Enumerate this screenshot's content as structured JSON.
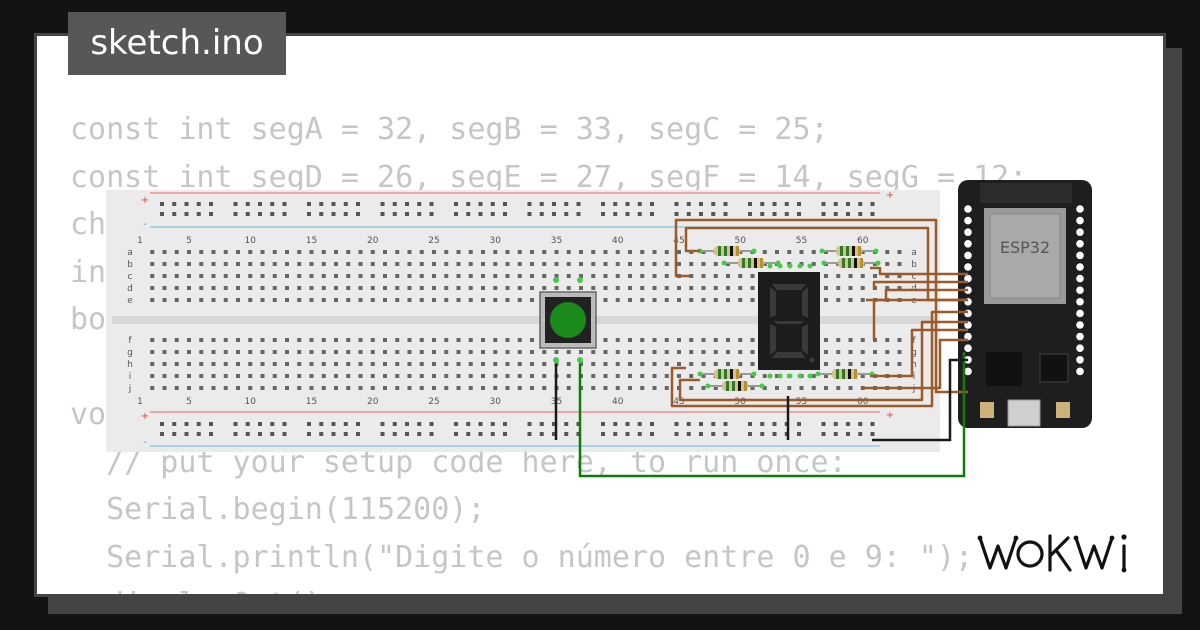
{
  "filename": "sketch.ino",
  "code_lines": [
    "const int segA = 32, segB = 33, segC = 25;",
    "const int segD = 26, segE = 27, segF = 14, segG = 12;",
    "ch",
    "in",
    "bo",
    "",
    "vo",
    "  // put your setup code here, to run once:",
    "  Serial.begin(115200);",
    "  Serial.println(\"Digite o número entre 0 e 9: \");",
    "  displayOut()"
  ],
  "breadboard": {
    "column_numbers": [
      "1",
      "5",
      "10",
      "15",
      "20",
      "25",
      "30",
      "35",
      "40",
      "45",
      "50",
      "55",
      "60"
    ],
    "top_rows": [
      "a",
      "b",
      "c",
      "d",
      "e"
    ],
    "bottom_rows": [
      "f",
      "g",
      "h",
      "i",
      "j"
    ],
    "plus_sign": "+",
    "minus_sign": "-"
  },
  "esp32": {
    "label": "ESP32"
  },
  "brand": "WOKWI",
  "colors": {
    "wire_brown": "#9b5a2a",
    "wire_green": "#0a7d0a",
    "wire_black": "#1a1a1a",
    "button_cap": "#1d8a1d",
    "display_segment": "#3a3a3a"
  },
  "icons": {
    "logo": "wokwi-logo",
    "button": "pushbutton-icon",
    "display": "seven-segment-display-icon"
  }
}
